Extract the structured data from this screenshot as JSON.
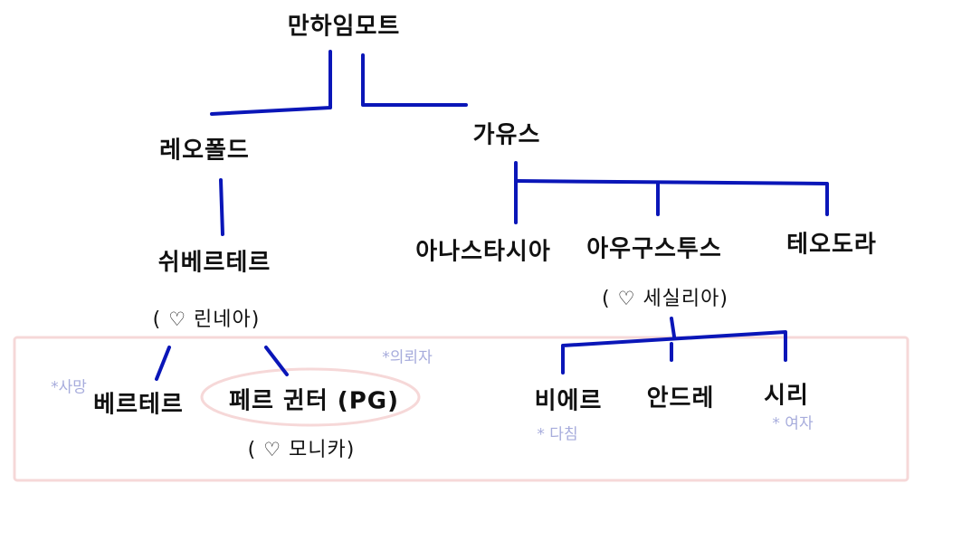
{
  "colors": {
    "line": "#0a16b8",
    "highlight_box": "#f6d8d8",
    "note_text": "#a7acdc",
    "node_text": "#111111"
  },
  "nodes": {
    "root": "만하임모트",
    "leopold": "레오폴드",
    "gaius": "가유스",
    "sieberte": "쉬베르테르",
    "anastasia": "아나스타시아",
    "augustus": "아우구스투스",
    "theodora": "테오도라",
    "berterre": "베르테르",
    "peter": "페르 귄터 (PG)",
    "biere": "비에르",
    "andre": "안드레",
    "siri": "시리"
  },
  "spouses": {
    "sieberte": {
      "open": "(",
      "name": "린네아)"
    },
    "augustus": {
      "open": "(",
      "name": "세실리아)"
    },
    "peter": {
      "open": "(",
      "name": "모니카)"
    }
  },
  "heart_icon": "♡",
  "notes": {
    "berterre": "*사망",
    "peter": "*의뢰자",
    "biere": "* 다침",
    "siri": "* 여자"
  }
}
